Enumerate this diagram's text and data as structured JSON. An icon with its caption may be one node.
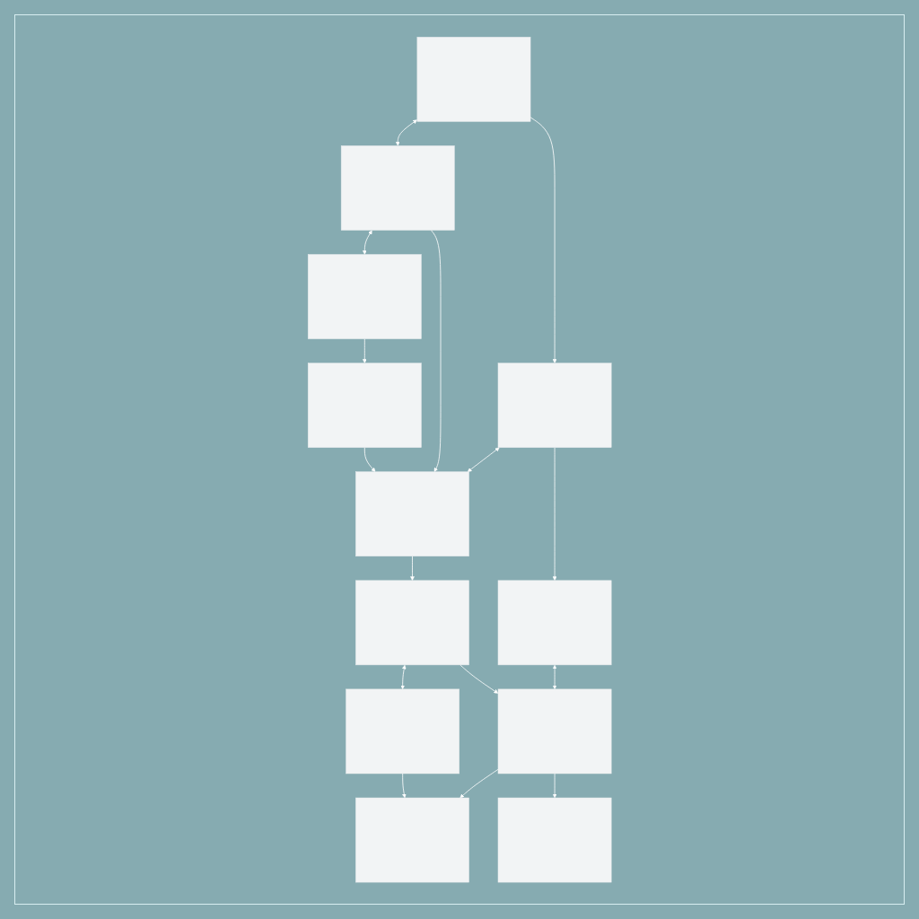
{
  "diagram": {
    "nodes": [
      {
        "text": [],
        "shape": "box"
      },
      {
        "text": [],
        "shape": "box"
      },
      {
        "text": [],
        "shape": "box"
      },
      {
        "text": [],
        "shape": "box"
      },
      {
        "text": [],
        "shape": "box"
      },
      {
        "text": [],
        "shape": "box"
      },
      {
        "text": [],
        "shape": "box"
      },
      {
        "text": [],
        "shape": "box"
      },
      {
        "text": [],
        "shape": "box"
      },
      {
        "text": [],
        "shape": "box"
      },
      {
        "text": [],
        "shape": "box"
      },
      {
        "text": [],
        "shape": "box"
      }
    ],
    "edges": [
      {
        "from": 0,
        "to": 1,
        "arrow": "both"
      },
      {
        "from": 1,
        "to": 2,
        "arrow": "both"
      },
      {
        "from": 0,
        "to": 4,
        "arrow": "to"
      },
      {
        "from": 1,
        "to": 5,
        "arrow": "to"
      },
      {
        "from": 2,
        "to": 3,
        "arrow": "to"
      },
      {
        "from": 4,
        "to": 5,
        "arrow": "both"
      },
      {
        "from": 3,
        "to": 5,
        "arrow": "to"
      },
      {
        "from": 5,
        "to": 6,
        "arrow": "to"
      },
      {
        "from": 4,
        "to": 8,
        "arrow": "to"
      },
      {
        "from": 6,
        "to": 7,
        "arrow": "both"
      },
      {
        "from": 7,
        "to": 10,
        "arrow": "to"
      },
      {
        "from": 6,
        "to": 9,
        "arrow": "to"
      },
      {
        "from": 8,
        "to": 9,
        "arrow": "both"
      },
      {
        "from": 9,
        "to": 10,
        "arrow": "to"
      },
      {
        "from": 9,
        "to": 11,
        "arrow": "to"
      }
    ]
  }
}
